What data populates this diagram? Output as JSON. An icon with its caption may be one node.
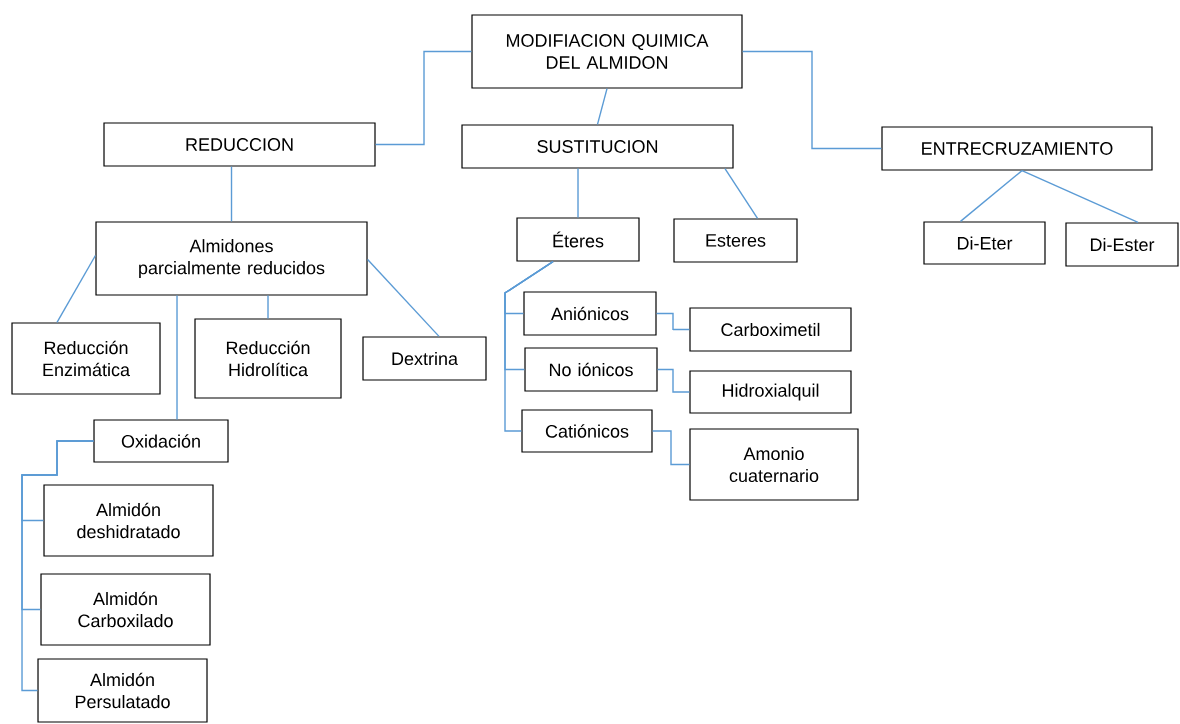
{
  "diagram": {
    "nodes": [
      {
        "text": [
          "MODIFIACION QUIMICA DEL ALMIDON"
        ]
      },
      {
        "text": [
          "REDUCCION"
        ]
      },
      {
        "text": [
          "SUSTITUCION"
        ]
      },
      {
        "text": [
          "ENTRECRUZAMIENTO"
        ]
      },
      {
        "text": [
          "Almidones parcialmente reducidos"
        ]
      },
      {
        "text": [
          "Reducción Enzimática"
        ]
      },
      {
        "text": [
          "Reducción Hidrolítica"
        ]
      },
      {
        "text": [
          "Dextrina"
        ]
      },
      {
        "text": [
          "Oxidación"
        ]
      },
      {
        "text": [
          "Almidón deshidratado"
        ]
      },
      {
        "text": [
          "Almidón Carboxilado"
        ]
      },
      {
        "text": [
          "Almidón Persulatado"
        ]
      },
      {
        "text": [
          "Éteres"
        ]
      },
      {
        "text": [
          "Esteres"
        ]
      },
      {
        "text": [
          "Aniónicos"
        ]
      },
      {
        "text": [
          "No iónicos"
        ]
      },
      {
        "text": [
          "Catiónicos"
        ]
      },
      {
        "text": [
          "Carboximetil"
        ]
      },
      {
        "text": [
          "Hidroxialquil"
        ]
      },
      {
        "text": [
          "Amonio cuaternario"
        ]
      },
      {
        "text": [
          "Di-Eter"
        ]
      },
      {
        "text": [
          "Di-Ester"
        ]
      }
    ],
    "edges": [
      {
        "from": 0,
        "to": 1,
        "arrow": "none"
      },
      {
        "from": 0,
        "to": 2,
        "arrow": "none"
      },
      {
        "from": 0,
        "to": 3,
        "arrow": "none"
      },
      {
        "from": 1,
        "to": 4,
        "arrow": "none"
      },
      {
        "from": 2,
        "to": 12,
        "arrow": "none"
      },
      {
        "from": 2,
        "to": 13,
        "arrow": "none"
      },
      {
        "from": 3,
        "to": 20,
        "arrow": "none"
      },
      {
        "from": 3,
        "to": 21,
        "arrow": "none"
      },
      {
        "from": 4,
        "to": 5,
        "arrow": "none"
      },
      {
        "from": 4,
        "to": 6,
        "arrow": "none"
      },
      {
        "from": 4,
        "to": 7,
        "arrow": "none"
      },
      {
        "from": 4,
        "to": 8,
        "arrow": "none"
      },
      {
        "from": 8,
        "to": 9,
        "arrow": "none"
      },
      {
        "from": 8,
        "to": 10,
        "arrow": "none"
      },
      {
        "from": 8,
        "to": 11,
        "arrow": "none"
      },
      {
        "from": 12,
        "to": 14,
        "arrow": "none"
      },
      {
        "from": 12,
        "to": 15,
        "arrow": "none"
      },
      {
        "from": 12,
        "to": 16,
        "arrow": "none"
      },
      {
        "from": 14,
        "to": 17,
        "arrow": "none"
      },
      {
        "from": 15,
        "to": 18,
        "arrow": "none"
      },
      {
        "from": 16,
        "to": 19,
        "arrow": "none"
      }
    ]
  }
}
